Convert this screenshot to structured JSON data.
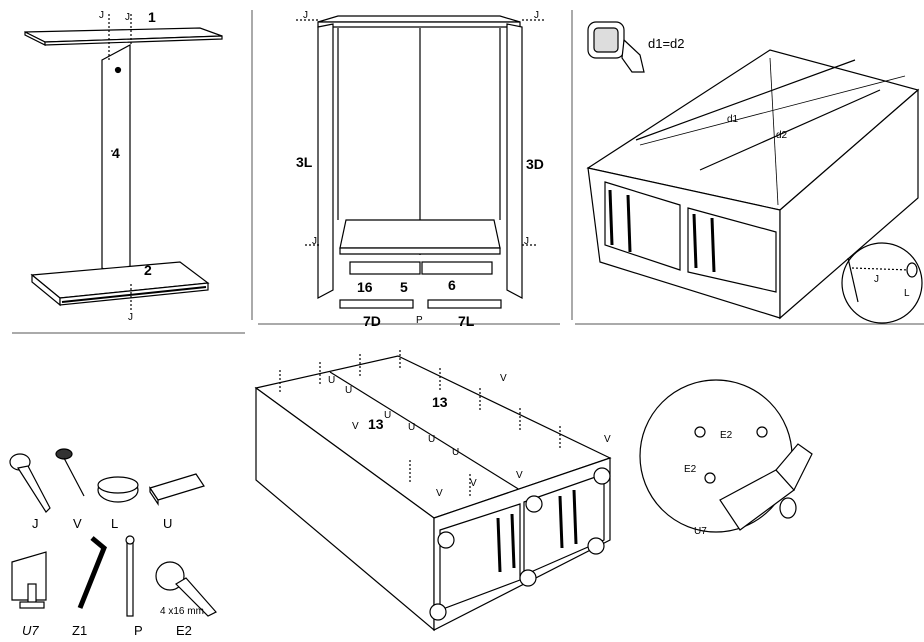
{
  "step1": {
    "part_top": "1",
    "part_side": "4",
    "part_base": "2",
    "fastener": "J"
  },
  "step2": {
    "left_side": "3L",
    "right_side": "3D",
    "shelf": "16",
    "rail_mid": "5",
    "rail_right": "6",
    "drawer_left": "7D",
    "drawer_right": "7L",
    "connector": "P",
    "fastener": "J"
  },
  "step3": {
    "equation": "d1=d2",
    "diag1": "d1",
    "diag2": "d2",
    "detail_j": "J",
    "detail_l": "L"
  },
  "hardware": {
    "items": [
      {
        "code": "J"
      },
      {
        "code": "V"
      },
      {
        "code": "L"
      },
      {
        "code": "U"
      },
      {
        "code": "U7"
      },
      {
        "code": "Z1"
      },
      {
        "code": "P"
      },
      {
        "code": "E2"
      }
    ],
    "screw_size": "4 x16 mm"
  },
  "step4": {
    "panel_label": "13",
    "nail": "V",
    "clip": "U",
    "detail_screw": "E2",
    "detail_bracket": "U7"
  }
}
